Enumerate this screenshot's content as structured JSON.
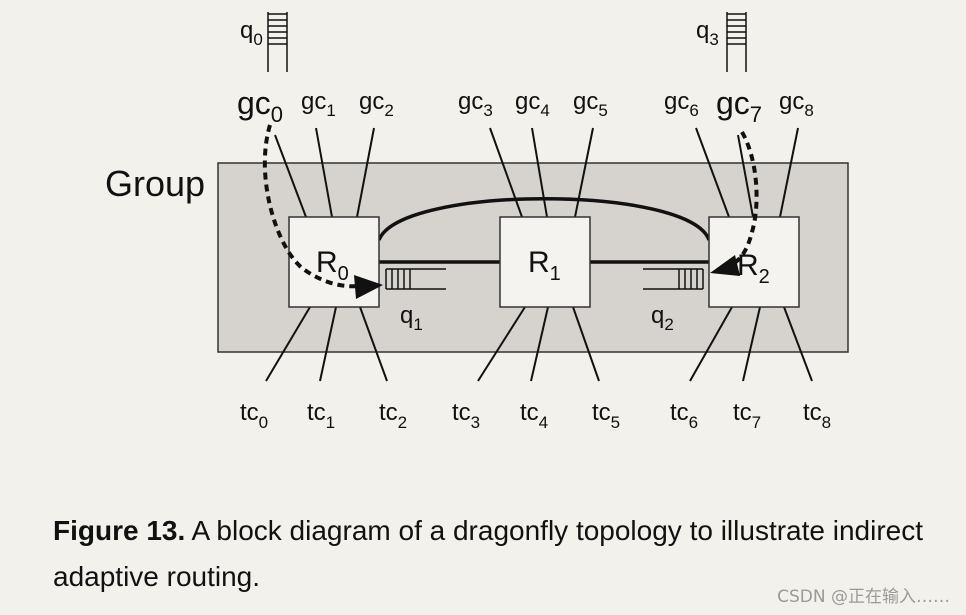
{
  "group_label": "Group",
  "routers": [
    {
      "main": "R",
      "sub": "0"
    },
    {
      "main": "R",
      "sub": "1"
    },
    {
      "main": "R",
      "sub": "2"
    }
  ],
  "global_channels": [
    {
      "main": "gc",
      "sub": "0"
    },
    {
      "main": "gc",
      "sub": "1"
    },
    {
      "main": "gc",
      "sub": "2"
    },
    {
      "main": "gc",
      "sub": "3"
    },
    {
      "main": "gc",
      "sub": "4"
    },
    {
      "main": "gc",
      "sub": "5"
    },
    {
      "main": "gc",
      "sub": "6"
    },
    {
      "main": "gc",
      "sub": "7"
    },
    {
      "main": "gc",
      "sub": "8"
    }
  ],
  "terminal_channels": [
    {
      "main": "tc",
      "sub": "0"
    },
    {
      "main": "tc",
      "sub": "1"
    },
    {
      "main": "tc",
      "sub": "2"
    },
    {
      "main": "tc",
      "sub": "3"
    },
    {
      "main": "tc",
      "sub": "4"
    },
    {
      "main": "tc",
      "sub": "5"
    },
    {
      "main": "tc",
      "sub": "6"
    },
    {
      "main": "tc",
      "sub": "7"
    },
    {
      "main": "tc",
      "sub": "8"
    }
  ],
  "queues": [
    {
      "main": "q",
      "sub": "0"
    },
    {
      "main": "q",
      "sub": "1"
    },
    {
      "main": "q",
      "sub": "2"
    },
    {
      "main": "q",
      "sub": "3"
    }
  ],
  "caption": {
    "figure": "Figure 13.",
    "text": " A block diagram of a dragonfly topology to illustrate indirect adaptive routing."
  },
  "watermark": "CSDN @正在输入……"
}
